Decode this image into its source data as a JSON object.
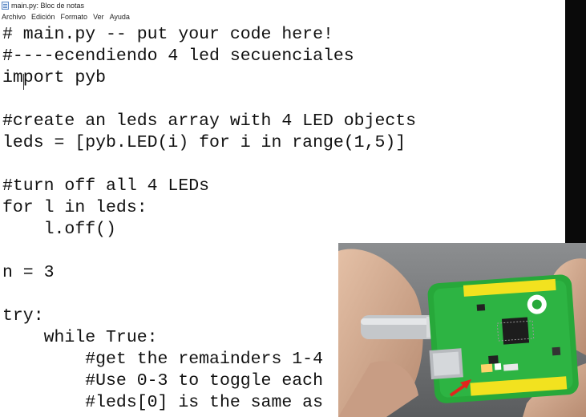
{
  "window": {
    "title": "main.py: Bloc de notas"
  },
  "menu": [
    {
      "label": "Archivo"
    },
    {
      "label": "Edición"
    },
    {
      "label": "Formato"
    },
    {
      "label": "Ver"
    },
    {
      "label": "Ayuda"
    }
  ],
  "editor": {
    "lines": [
      "# main.py -- put your code here!",
      "#----ecendiendo 4 led secuenciales",
      "import pyb",
      "",
      "#create an leds array with 4 LED objects",
      "leds = [pyb.LED(i) for i in range(1,5)]",
      "",
      "#turn off all 4 LEDs",
      "for l in leds:",
      "    l.off()",
      "",
      "n = 3",
      "",
      "try:",
      "    while True:",
      "        #get the remainders 1-4",
      "        #Use 0-3 to toggle each",
      "        #leds[0] is the same as"
    ]
  },
  "overlay": {
    "icon": "webcam-photo-green-microcontroller-board",
    "colors": {
      "board": "#27a83a",
      "header": "#f2e21f",
      "led": "#ffd36b",
      "arrow": "#e0261c"
    }
  }
}
